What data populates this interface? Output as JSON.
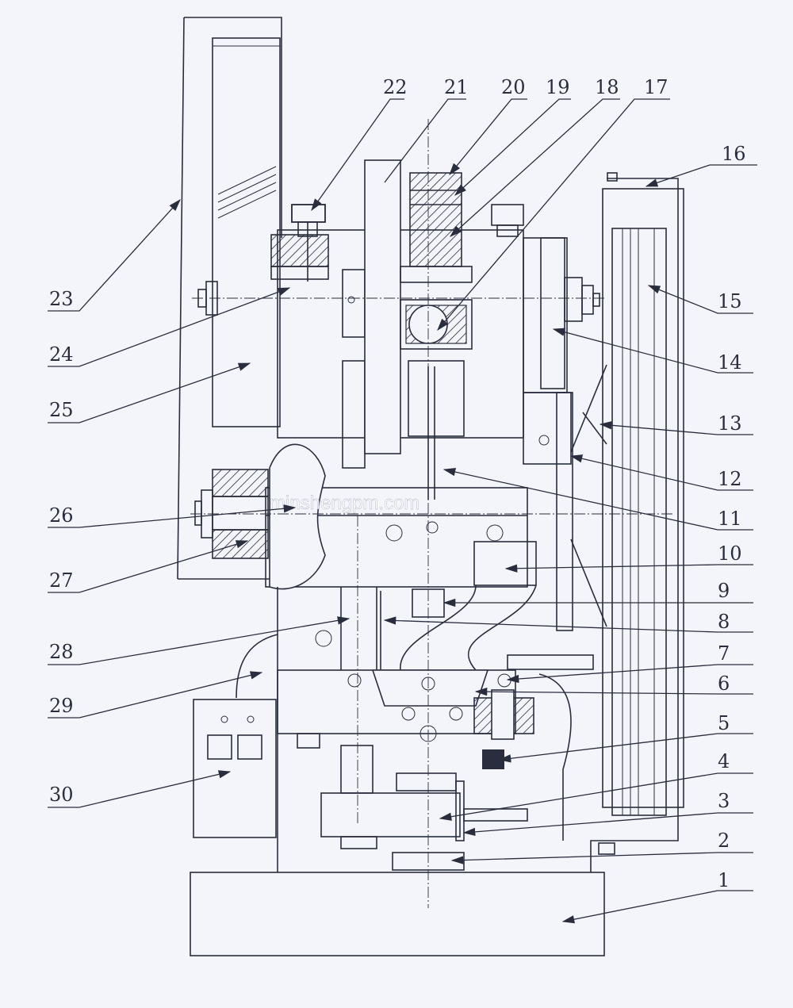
{
  "watermark": "minshengpm.com",
  "callouts": [
    "1",
    "2",
    "3",
    "4",
    "5",
    "6",
    "7",
    "8",
    "9",
    "10",
    "11",
    "12",
    "13",
    "14",
    "15",
    "16",
    "17",
    "18",
    "19",
    "20",
    "21",
    "22",
    "23",
    "24",
    "25",
    "26",
    "27",
    "28",
    "29",
    "30"
  ],
  "colors": {
    "paper": "#f4f5fa",
    "ink": "#2a2d3d"
  }
}
